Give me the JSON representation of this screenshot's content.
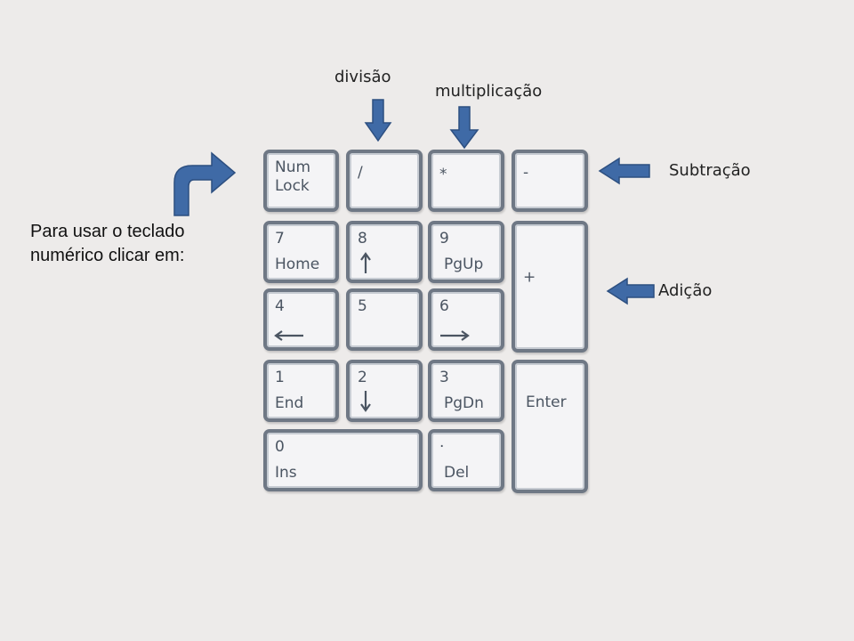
{
  "instruction": {
    "line1": "Para usar o teclado",
    "line2": "numérico clicar em:"
  },
  "annotations": {
    "division": "divisão",
    "multiplication": "multiplicação",
    "subtraction": "Subtração",
    "addition": "Adição"
  },
  "keys": {
    "numlock": {
      "l1": "Num",
      "l2": "Lock"
    },
    "divide": {
      "l1": "/"
    },
    "multiply": {
      "l1": "*"
    },
    "subtract": {
      "l1": "-"
    },
    "k7": {
      "l1": "7",
      "l2": "Home"
    },
    "k8": {
      "l1": "8"
    },
    "k9": {
      "l1": "9",
      "l2": "PgUp"
    },
    "plus": {
      "l1": "+"
    },
    "k4": {
      "l1": "4"
    },
    "k5": {
      "l1": "5"
    },
    "k6": {
      "l1": "6"
    },
    "k1": {
      "l1": "1",
      "l2": "End"
    },
    "k2": {
      "l1": "2"
    },
    "k3": {
      "l1": "3",
      "l2": "PgDn"
    },
    "enter": {
      "l1": "Enter"
    },
    "k0": {
      "l1": "0",
      "l2": "Ins"
    },
    "decimal": {
      "l1": "·",
      "l2": "Del"
    }
  },
  "icons": {
    "k8": "arrow-up-icon",
    "k4": "arrow-left-icon",
    "k6": "arrow-right-icon",
    "k2": "arrow-down-icon"
  },
  "colors": {
    "pointer_arrow": "#3f6aa6",
    "pointer_arrow_outline": "#2d4f80",
    "key_border": "#6f7885",
    "key_face": "#f4f4f6",
    "background": "#edebea"
  }
}
